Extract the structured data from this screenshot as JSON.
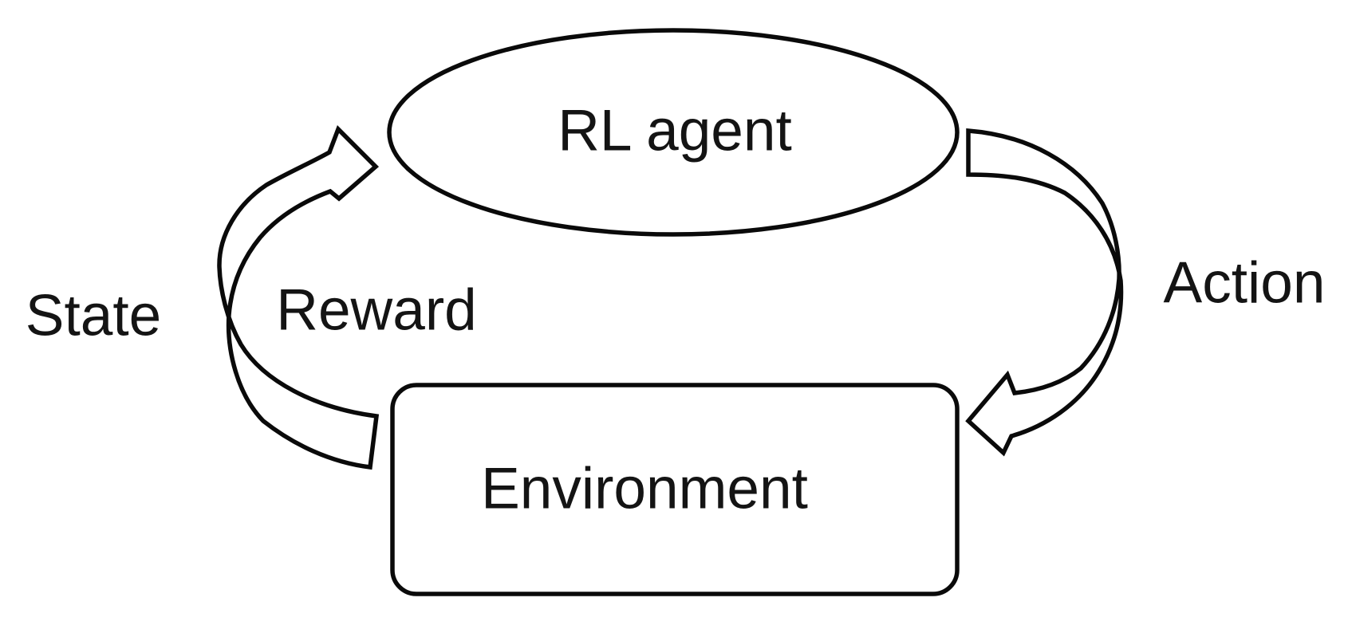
{
  "diagram": {
    "nodes": {
      "agent": {
        "label": "RL agent",
        "shape": "ellipse"
      },
      "environment": {
        "label": "Environment",
        "shape": "rounded-rectangle"
      }
    },
    "edge_labels": {
      "state": "State",
      "reward": "Reward",
      "action": "Action"
    },
    "edges": [
      {
        "from": "environment",
        "to": "agent",
        "labels": [
          "State",
          "Reward"
        ],
        "side": "left",
        "direction": "up"
      },
      {
        "from": "agent",
        "to": "environment",
        "labels": [
          "Action"
        ],
        "side": "right",
        "direction": "down"
      }
    ],
    "colors": {
      "stroke": "#0a0a0a",
      "fill": "#ffffff",
      "text": "#141414",
      "background": "#ffffff"
    }
  }
}
